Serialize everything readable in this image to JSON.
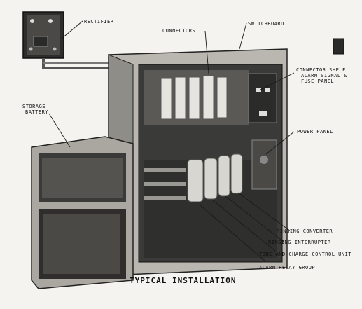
{
  "caption": "TYPICAL INSTALLATION",
  "labels": {
    "rectifier": "RECTIFIER",
    "connectors": "CONNECTORS",
    "switchboard": "SWITCHBOARD",
    "connector_shelf": "CONNECTOR SHELF",
    "alarm_panel_line1": "ALARM SIGNAL &",
    "alarm_panel_line2": "FUSE PANEL",
    "storage_battery_line1": "STORAGE",
    "storage_battery_line2": "BATTERY",
    "power_panel": "POWER PANEL",
    "ringing_converter": "RINGING CONVERTER",
    "ringing_interrupter": "RINGING INTERRUPTER",
    "tone_charge": "TONE AND CHARGE CONTROL UNIT",
    "alarm_relay": "ALARM RELAY GROUP"
  },
  "colors": {
    "ink": "#1a1a1a",
    "cabinet_light": "#b9b7b0",
    "cabinet_dark": "#3a3a38",
    "paper": "#f4f3ef"
  }
}
